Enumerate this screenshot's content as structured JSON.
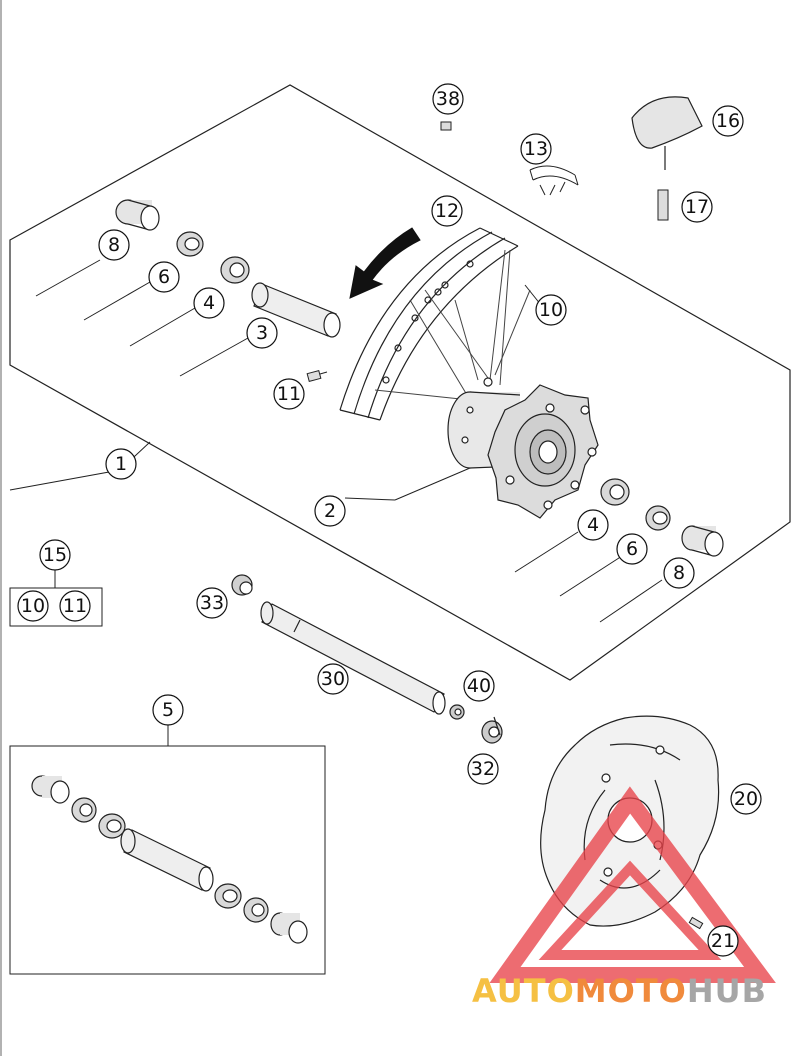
{
  "callouts": {
    "c1": "1",
    "c2": "2",
    "c3": "3",
    "c4a": "4",
    "c4b": "4",
    "c5": "5",
    "c6a": "6",
    "c6b": "6",
    "c8a": "8",
    "c8b": "8",
    "c10a": "10",
    "c10b": "10",
    "c11a": "11",
    "c11b": "11",
    "c12": "12",
    "c13": "13",
    "c15": "15",
    "c16": "16",
    "c17": "17",
    "c20": "20",
    "c21": "21",
    "c30": "30",
    "c32": "32",
    "c33": "33",
    "c38": "38",
    "c40": "40"
  },
  "watermark": {
    "part1": "AUTO",
    "part2": "MOTO",
    "part3": "HUB",
    "color1": "#f5c043",
    "color2": "#f08a3c",
    "color3": "#a6a6a6",
    "logo_color": "#e8434a"
  }
}
